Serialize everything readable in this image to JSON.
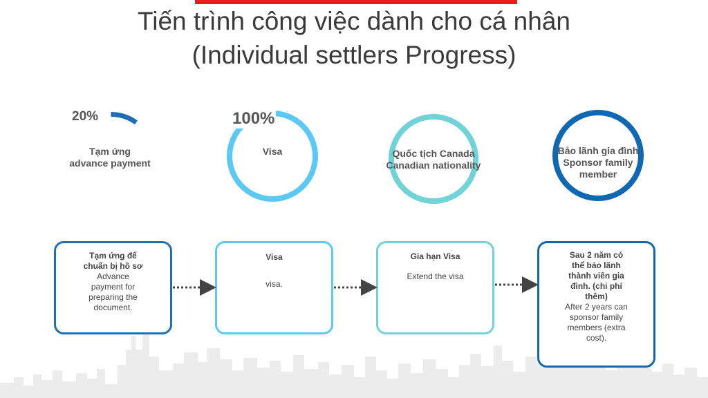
{
  "title": {
    "line1": "Tiến trình công việc dành cho cá nhân",
    "line2": "(Individual settlers Progress)"
  },
  "colors": {
    "accent_bar": "#ee1c1c",
    "ring_blue_dark": "#1f6fb4",
    "ring_sky": "#5cc8f4",
    "ring_teal": "#6fd3d8",
    "ring_navy": "#1068b2"
  },
  "progress": [
    {
      "percent_label": "20%",
      "value": 0.2,
      "label_line1": "Tạm ứng",
      "label_line2": "advance payment"
    },
    {
      "percent_label": "100%",
      "value": 1.0,
      "label_line1": "Visa",
      "label_line2": ""
    },
    {
      "percent_label": "",
      "value": 1.0,
      "label_line1": "Quốc tịch Canada",
      "label_line2": "Canadian nationality"
    },
    {
      "percent_label": "",
      "value": 1.0,
      "label_line1": "Bảo lãnh gia đình",
      "label_line2": "Sponsor family",
      "label_line3": "member"
    }
  ],
  "steps": [
    {
      "heading_line1": "Tạm ứng để",
      "heading_line2": "chuẩn bị hồ sơ",
      "desc": [
        "Advance",
        "payment for",
        "preparing the",
        "document."
      ]
    },
    {
      "heading_line1": "Visa",
      "desc": [
        "visa."
      ]
    },
    {
      "heading_line1": "Gia hạn Visa",
      "desc": [
        "Extend the visa"
      ]
    },
    {
      "heading_line1": "Sau 2 năm có",
      "heading_line2": "thể bảo lãnh",
      "heading_line3": "thành viên gia",
      "heading_line4": "đình. (chi phí",
      "heading_line5": "thêm)",
      "desc": [
        "After 2 years can",
        "sponsor family",
        "members (extra",
        "cost)."
      ]
    }
  ]
}
